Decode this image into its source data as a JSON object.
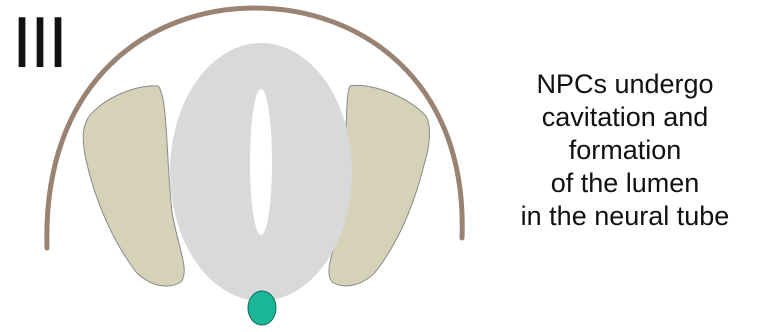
{
  "stage_label": "III",
  "caption_lines": [
    "NPCs undergo",
    "cavitation and",
    "formation",
    "of the lumen",
    "in the neural tube"
  ],
  "colors": {
    "background": "#ffffff",
    "ectoderm_arc": "#9b8373",
    "neural_tube": "#d9d9db",
    "lumen": "#ffffff",
    "somites": "#d6d2b8",
    "somite_outline": "#8a8a8a",
    "notochord": "#1bb598",
    "notochord_outline": "#0e6e5c",
    "text": "#111111"
  }
}
